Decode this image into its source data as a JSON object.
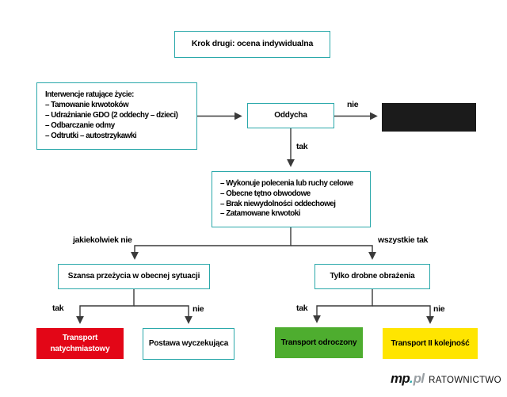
{
  "palette": {
    "teal": "#2aa8aa",
    "red": "#e30617",
    "green": "#4ead2f",
    "yellow": "#ffe500",
    "black_box": "#1b1b1b",
    "line": "#3a3a3a"
  },
  "nodes": {
    "step2": "Krok drugi: ocena indywidualna",
    "interventions": {
      "title": "Interwencje ratujące życie:",
      "items": [
        "– Tamowanie krwotoków",
        "– Udrażnianie GDO (2 oddechy – dzieci)",
        "– Odbarczanie odmy",
        "– Odtrutki – autostrzykawki"
      ]
    },
    "breathing": "Oddycha",
    "criteria": {
      "items": [
        "– Wykonuje polecenia lub ruchy celowe",
        "– Obecne tętno obwodowe",
        "– Brak niewydolności oddechowej",
        "– Zatamowane krwotoki"
      ]
    },
    "survival": "Szansa przeżycia w obecnej sytuacji",
    "minor_injuries": "Tylko drobne obrażenia",
    "outcome_immediate": "Transport natychmiastowy",
    "outcome_expectant": "Postawa wyczekująca",
    "outcome_delayed": "Transport odroczony",
    "outcome_second": "Transport II kolejność"
  },
  "edge_labels": {
    "breathing_no": "nie",
    "breathing_yes": "tak",
    "any_no": "jakiekolwiek nie",
    "all_yes": "wszystkie tak",
    "survival_yes": "tak",
    "survival_no": "nie",
    "minor_yes": "tak",
    "minor_no": "nie"
  },
  "footer": {
    "logo_mp": "mp",
    "logo_dot": ".",
    "logo_pl": "pl",
    "brand": "RATOWNICTWO"
  }
}
